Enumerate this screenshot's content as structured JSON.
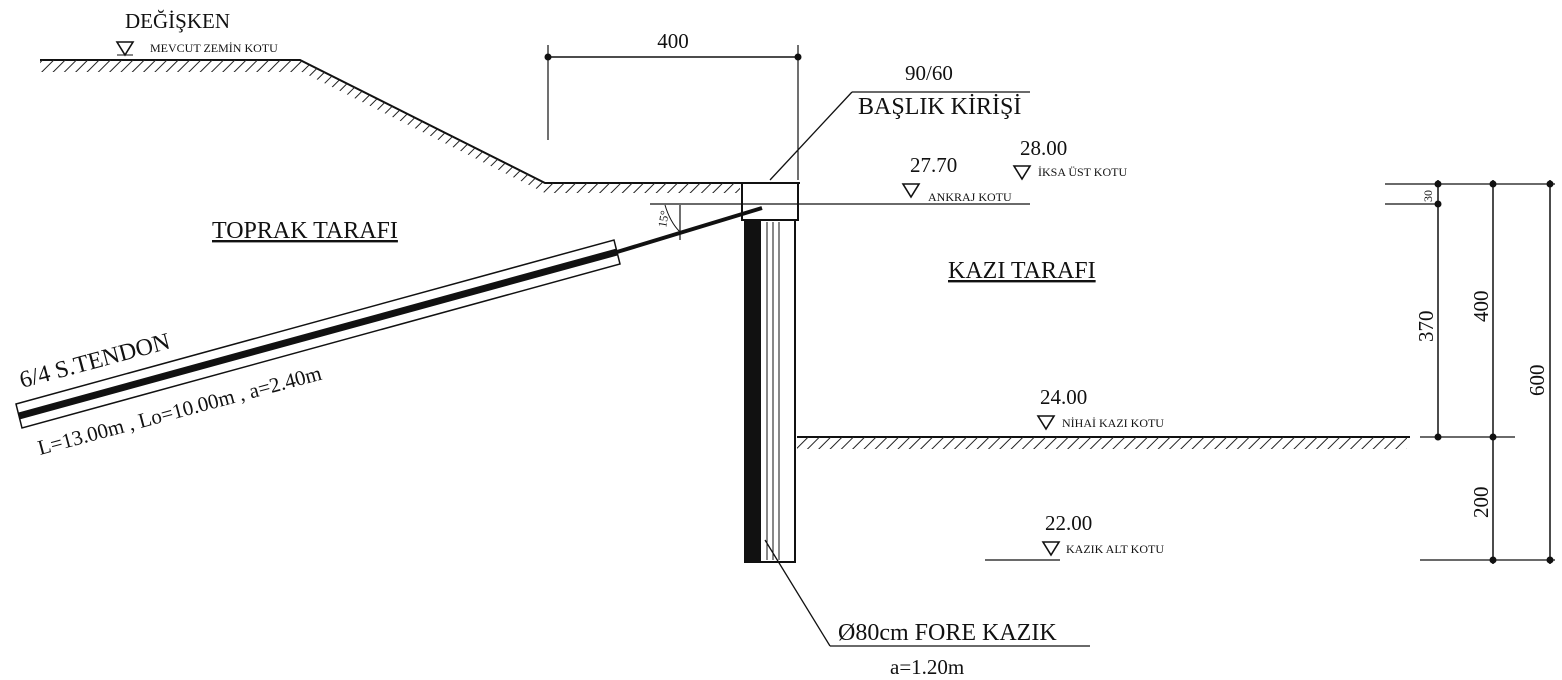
{
  "labels": {
    "degisken": "DEĞİŞKEN",
    "mevcut_zemin": "MEVCUT ZEMİN KOTU",
    "toprak_tarafi": "TOPRAK TARAFI",
    "kazi_tarafi": "KAZI TARAFI",
    "baslik_size": "90/60",
    "baslik_kirisi": "BAŞLIK KİRİŞİ",
    "ankraj_elev": "27.70",
    "ankraj_label": "ANKRAJ KOTU",
    "iksa_elev": "28.00",
    "iksa_label": "İKSA ÜST KOTU",
    "nihai_elev": "24.00",
    "nihai_label": "NİHAİ KAZI KOTU",
    "kazik_elev": "22.00",
    "kazik_label": "KAZIK ALT KOTU",
    "tendon": "6/4 S.TENDON",
    "tendon_lengths": "L=13.00m , Lo=10.00m , a=2.40m",
    "angle": "15°",
    "fore_kazik": "Ø80cm FORE KAZIK",
    "fore_spacing": "a=1.20m"
  },
  "dimensions": {
    "top_width": "400",
    "d30": "30",
    "d370": "370",
    "d400": "400",
    "d200": "200",
    "d600": "600"
  }
}
